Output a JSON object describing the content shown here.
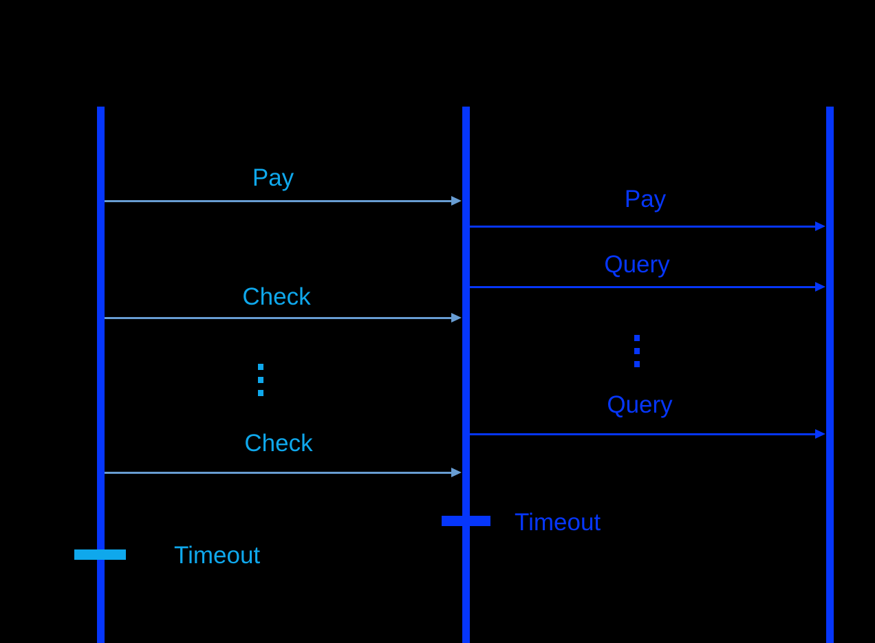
{
  "colors": {
    "background": "#000000",
    "blue": "#0636fb",
    "cyan": "#0fa8ec",
    "steel": "#689dd3"
  },
  "diagram_type": "sequence-diagram",
  "lifelines": {
    "count": 3
  },
  "messages": {
    "left": [
      {
        "label": "Pay"
      },
      {
        "label": "Check"
      },
      {
        "label": "Check"
      }
    ],
    "right": [
      {
        "label": "Pay"
      },
      {
        "label": "Query"
      },
      {
        "label": "Query"
      }
    ]
  },
  "timeouts": {
    "left": "Timeout",
    "middle": "Timeout"
  },
  "icons": {
    "ellipsis": "⋮",
    "arrowhead": "→"
  }
}
